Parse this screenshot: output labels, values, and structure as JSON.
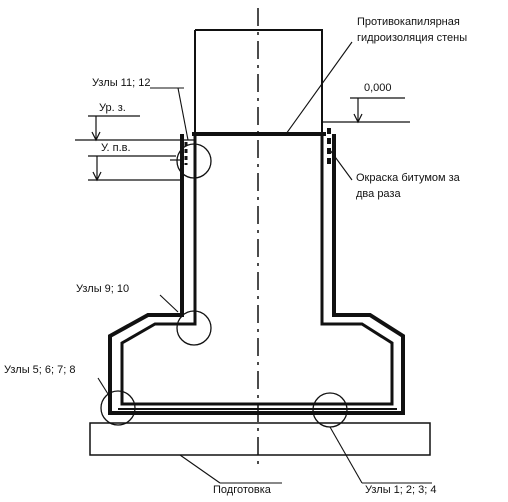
{
  "labels": {
    "waterproofing_line1": "Противокапилярная",
    "waterproofing_line2": "гидроизоляция стены",
    "elevation_zero": "0,000",
    "nodes_11_12": "Узлы 11; 12",
    "ground_level": "Ур. з.",
    "groundwater_level": "У. п.в.",
    "bitumen_line1": "Окраска битумом за",
    "bitumen_line2": "два раза",
    "nodes_9_10": "Узлы 9; 10",
    "nodes_5_8": "Узлы 5; 6; 7; 8",
    "preparation": "Подготовка",
    "nodes_1_4": "Узлы 1; 2; 3; 4"
  },
  "colors": {
    "ink": "#111111",
    "background": "#ffffff"
  }
}
